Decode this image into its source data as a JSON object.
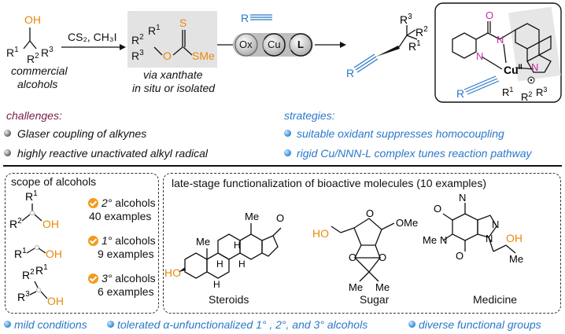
{
  "reaction": {
    "reagents": "CS₂, CH₃I",
    "start_label_1": "commercial",
    "start_label_2": "alcohols",
    "xanthate_label_1": "via xanthate",
    "xanthate_label_2": "in situ or isolated",
    "ox": "Ox",
    "cu": "Cu",
    "l": "L",
    "sme": "SMe"
  },
  "challenges": {
    "heading": "challenges:",
    "items": [
      "Glaser coupling of alkynes",
      "highly reactive unactivated alkyl radical"
    ]
  },
  "strategies": {
    "heading": "strategies:",
    "items": [
      "suitable oxidant suppresses homocoupling",
      "rigid Cu/NNN-L complex tunes reaction pathway"
    ]
  },
  "scope": {
    "heading": "scope of alcohols",
    "rows": [
      {
        "degree": "2°",
        "word": "alcohols",
        "examples": "40 examples"
      },
      {
        "degree": "1°",
        "word": "alcohols",
        "examples": "9 examples"
      },
      {
        "degree": "3°",
        "word": "alcohols",
        "examples": "6 examples"
      }
    ]
  },
  "late_stage": {
    "heading": "late-stage functionalization of bioactive molecules (10 examples)",
    "labels": [
      "Steroids",
      "Sugar",
      "Medicine"
    ]
  },
  "footer": {
    "items": [
      "mild conditions",
      "tolerated α-unfunctionalized 1° , 2°, and 3° alcohols",
      "diverse functional groups"
    ]
  },
  "colors": {
    "accent_blue": "#2a78c8",
    "accent_orange": "#e8890c",
    "accent_maroon": "#7a2048",
    "ligand_magenta": "#c02fa0"
  }
}
